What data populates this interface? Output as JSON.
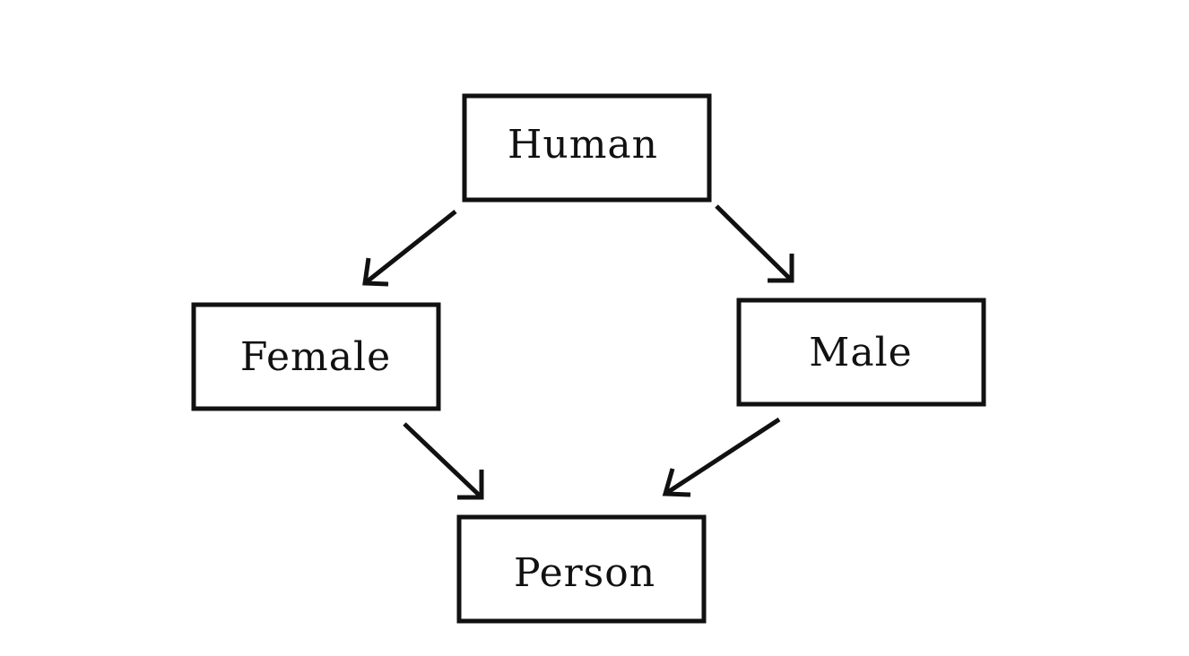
{
  "diagram": {
    "colors": {
      "stroke": "#111111",
      "background": "#ffffff"
    },
    "nodes": [
      {
        "id": "human",
        "label": "Human"
      },
      {
        "id": "female",
        "label": "Female"
      },
      {
        "id": "male",
        "label": "Male"
      },
      {
        "id": "person",
        "label": "Person"
      }
    ],
    "edges": [
      {
        "from": "human",
        "to": "female"
      },
      {
        "from": "human",
        "to": "male"
      },
      {
        "from": "female",
        "to": "person"
      },
      {
        "from": "male",
        "to": "person"
      }
    ]
  }
}
